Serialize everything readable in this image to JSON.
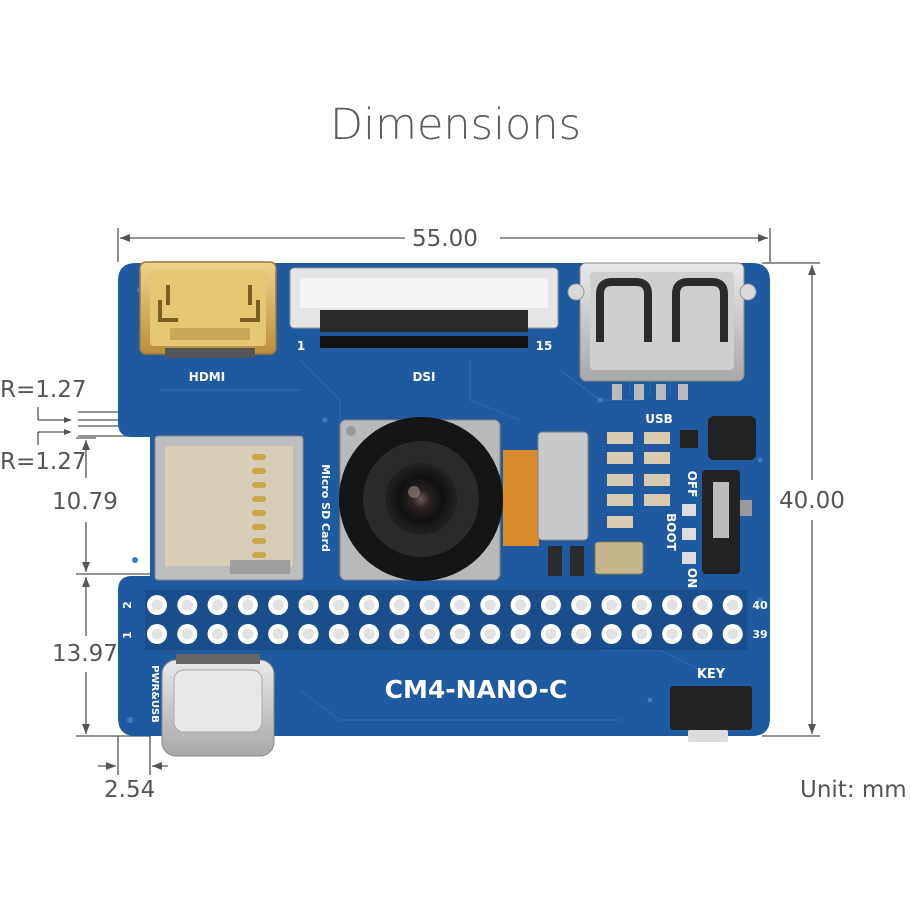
{
  "title": "Dimensions",
  "dimensions": {
    "width": "55.00",
    "height": "40.00",
    "radius_top": "R=1.27",
    "radius_bottom": "R=1.27",
    "sd_offset": "10.79",
    "header_offset": "13.97",
    "pin_pitch": "2.54"
  },
  "unit": "Unit: mm",
  "board": {
    "name": "CM4-NANO-C",
    "hdmi_label": "HDMI",
    "dsi_label": "DSI",
    "dsi_pin_start": "1",
    "dsi_pin_end": "15",
    "usb_label": "USB",
    "sd_label": "Micro SD Card",
    "boot_label": "BOOT",
    "off_label": "OFF",
    "on_label": "ON",
    "key_label": "KEY",
    "pwr_label": "PWR&USB",
    "header_pin_2": "2",
    "header_pin_1": "1",
    "header_pin_40": "40",
    "header_pin_39": "39",
    "header_columns": 20
  },
  "colors": {
    "pcb": "#1f5aa0",
    "pcb_dark": "#173f78",
    "silkscreen": "#ffffff",
    "gold": "#d6b25a",
    "dim_line": "#555555"
  }
}
